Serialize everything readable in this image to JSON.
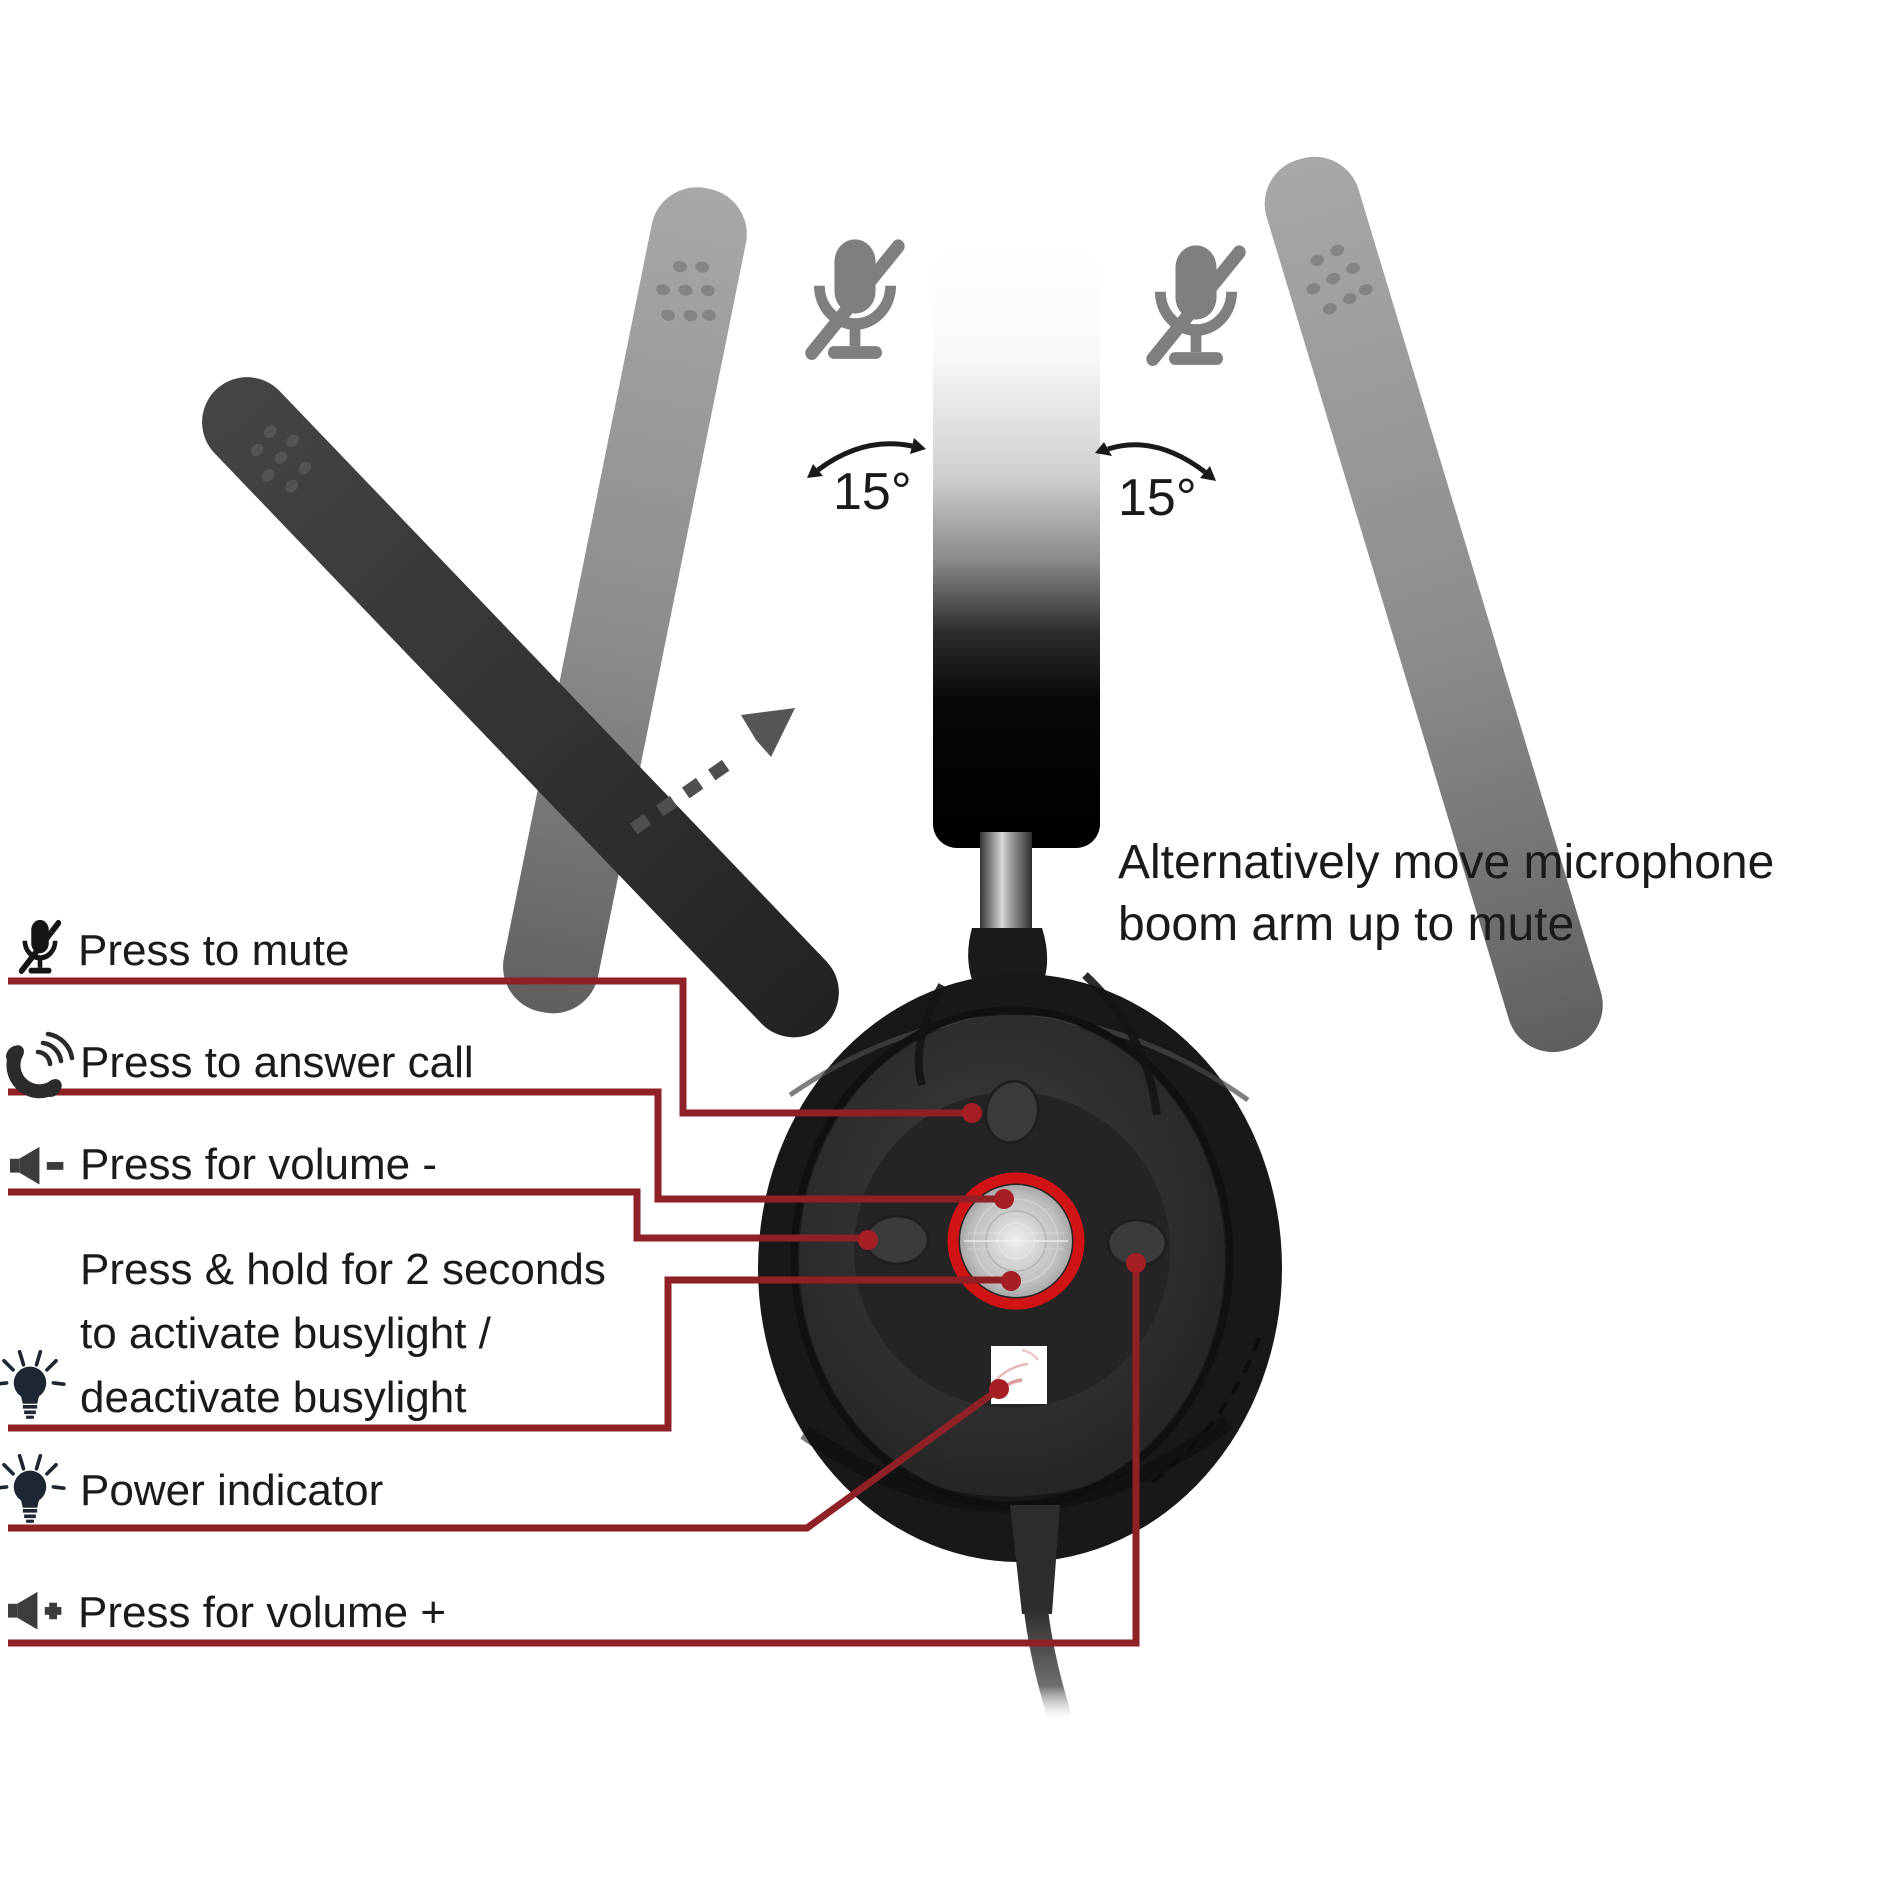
{
  "figure": {
    "angle_left": "15°",
    "angle_right": "15°",
    "note_lines": [
      "Alternatively move microphone",
      "boom arm up to mute"
    ],
    "labels": {
      "mute": "Press to mute",
      "answer": "Press to answer call",
      "volume_down": "Press for volume -",
      "busylight_lines": [
        "Press & hold for 2 seconds",
        "to activate busylight /",
        "deactivate busylight"
      ],
      "power": "Power indicator",
      "volume_up": "Press for volume +"
    },
    "colors": {
      "callout": "#8e2026",
      "callout_dot": "#a51e24",
      "mute_ring": "#d01315",
      "icon_gray": "#7f7f7f",
      "icon_dark": "#3c3c3c",
      "bulb_navy": "#1c2733",
      "text": "#1a1a1a"
    }
  }
}
